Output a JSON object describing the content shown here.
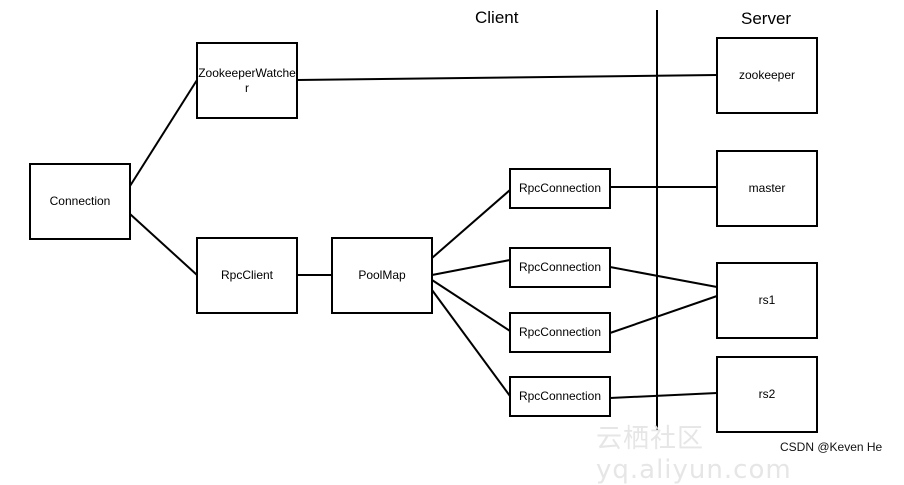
{
  "headings": {
    "client": "Client",
    "server": "Server"
  },
  "nodes": {
    "connection": "Connection",
    "zookeeper_watcher": "ZookeeperWatcher",
    "rpc_client": "RpcClient",
    "pool_map": "PoolMap",
    "rpc_connection_1": "RpcConnection",
    "rpc_connection_2": "RpcConnection",
    "rpc_connection_3": "RpcConnection",
    "rpc_connection_4": "RpcConnection",
    "zookeeper": "zookeeper",
    "master": "master",
    "rs1": "rs1",
    "rs2": "rs2"
  },
  "edges": [
    [
      "connection",
      "zookeeper_watcher"
    ],
    [
      "connection",
      "rpc_client"
    ],
    [
      "zookeeper_watcher",
      "zookeeper"
    ],
    [
      "rpc_client",
      "pool_map"
    ],
    [
      "pool_map",
      "rpc_connection_1"
    ],
    [
      "pool_map",
      "rpc_connection_2"
    ],
    [
      "pool_map",
      "rpc_connection_3"
    ],
    [
      "pool_map",
      "rpc_connection_4"
    ],
    [
      "rpc_connection_1",
      "master"
    ],
    [
      "rpc_connection_2",
      "rs1"
    ],
    [
      "rpc_connection_3",
      "rs1"
    ],
    [
      "rpc_connection_4",
      "rs2"
    ]
  ],
  "watermark": "云栖社区 yq.aliyun.com",
  "credit": "CSDN @Keven He"
}
